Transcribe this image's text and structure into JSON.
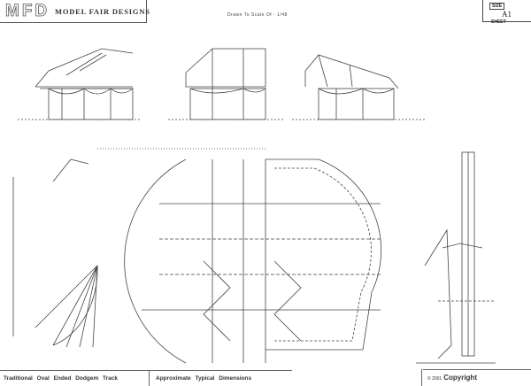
{
  "header": {
    "logo": "MFD",
    "company": "MODEL FAIR DESIGNS",
    "scale_note": "Drawn To Scale Of - 1/48"
  },
  "title_block": {
    "size_label": "SIZE",
    "size_value": "A1",
    "sheet_label": "SHEET"
  },
  "footer": {
    "title": "Traditional Oval Ended Dodgem Track",
    "subtitle": "Approximate Typical Dimensions",
    "copyright_year": "© 2001",
    "copyright": "Copyright"
  },
  "colors": {
    "ink": "#333333",
    "paper": "#ffffff"
  }
}
